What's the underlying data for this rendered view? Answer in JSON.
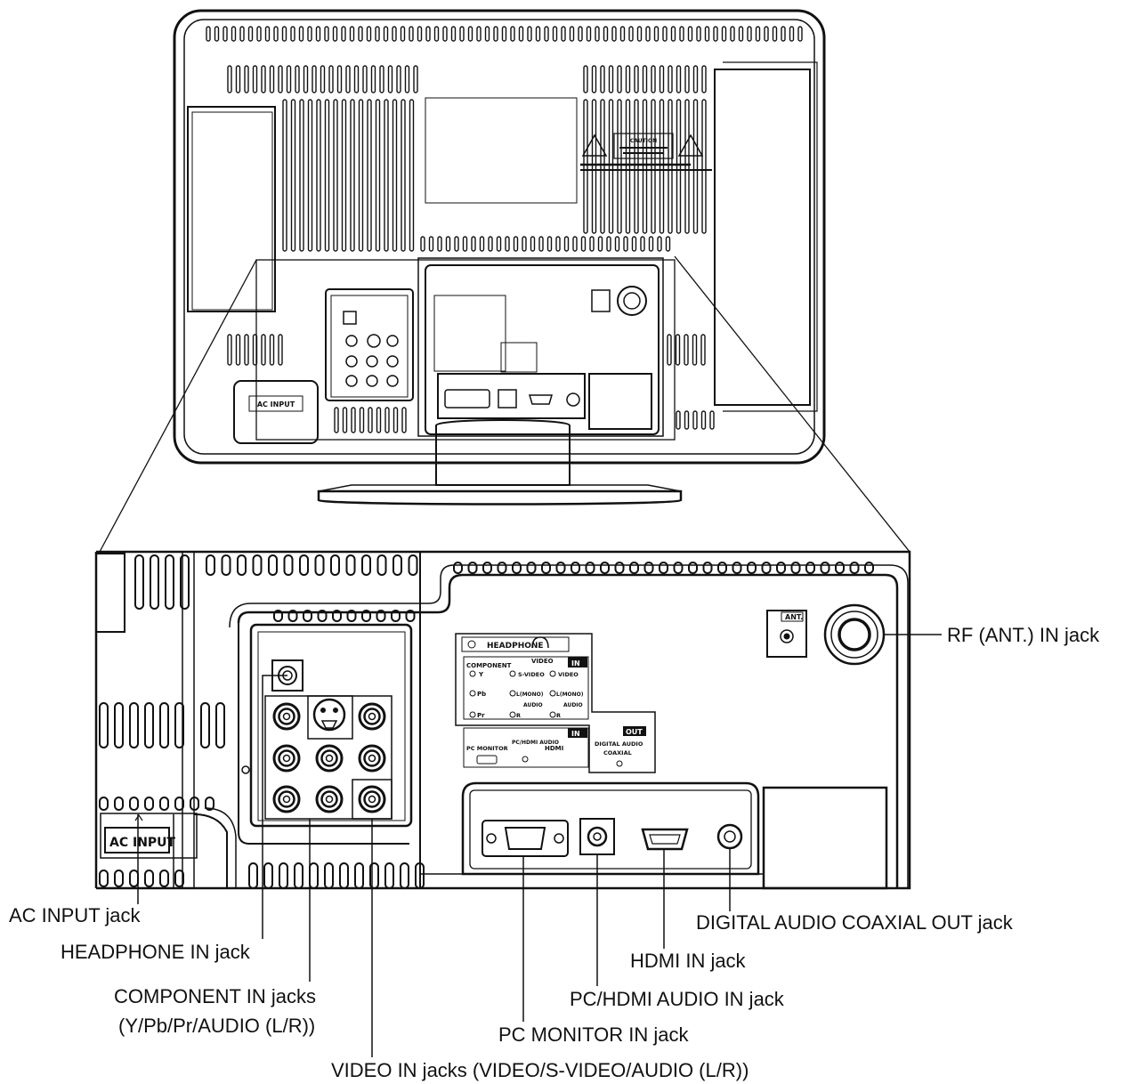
{
  "callouts": {
    "rf": "RF (ANT.) IN jack",
    "ac": "AC INPUT jack",
    "headphone": "HEADPHONE IN jack",
    "component_l1": "COMPONENT IN jacks",
    "component_l2": "(Y/Pb/Pr/AUDIO (L/R))",
    "digital_audio": "DIGITAL AUDIO COAXIAL OUT jack",
    "hdmi": "HDMI IN jack",
    "pc_hdmi_audio": "PC/HDMI AUDIO IN jack",
    "pc_monitor": "PC MONITOR IN jack",
    "video": "VIDEO IN jacks (VIDEO/S-VIDEO/AUDIO (L/R))"
  },
  "panel": {
    "ac_input": "AC INPUT",
    "ant": "ANT.",
    "headphone": "HEADPHONE",
    "component": "COMPONENT",
    "video": "VIDEO",
    "in": "IN",
    "out": "OUT",
    "s_video": "S-VIDEO",
    "video2": "VIDEO",
    "y": "Y",
    "pb": "Pb",
    "pr": "Pr",
    "l_mono": "L(MONO)",
    "l_mono2": "L(MONO)",
    "audio": "AUDIO",
    "audio2": "AUDIO",
    "r": "R",
    "r2": "R",
    "pc_monitor": "PC MONITOR",
    "pc_hdmi_audio": "PC/HDMI AUDIO",
    "hdmi": "HDMI",
    "digital_audio": "DIGITAL AUDIO",
    "coaxial": "COAXIAL"
  },
  "top_label": {
    "caution": "CAUTION",
    "ac_input_small": "AC INPUT"
  }
}
